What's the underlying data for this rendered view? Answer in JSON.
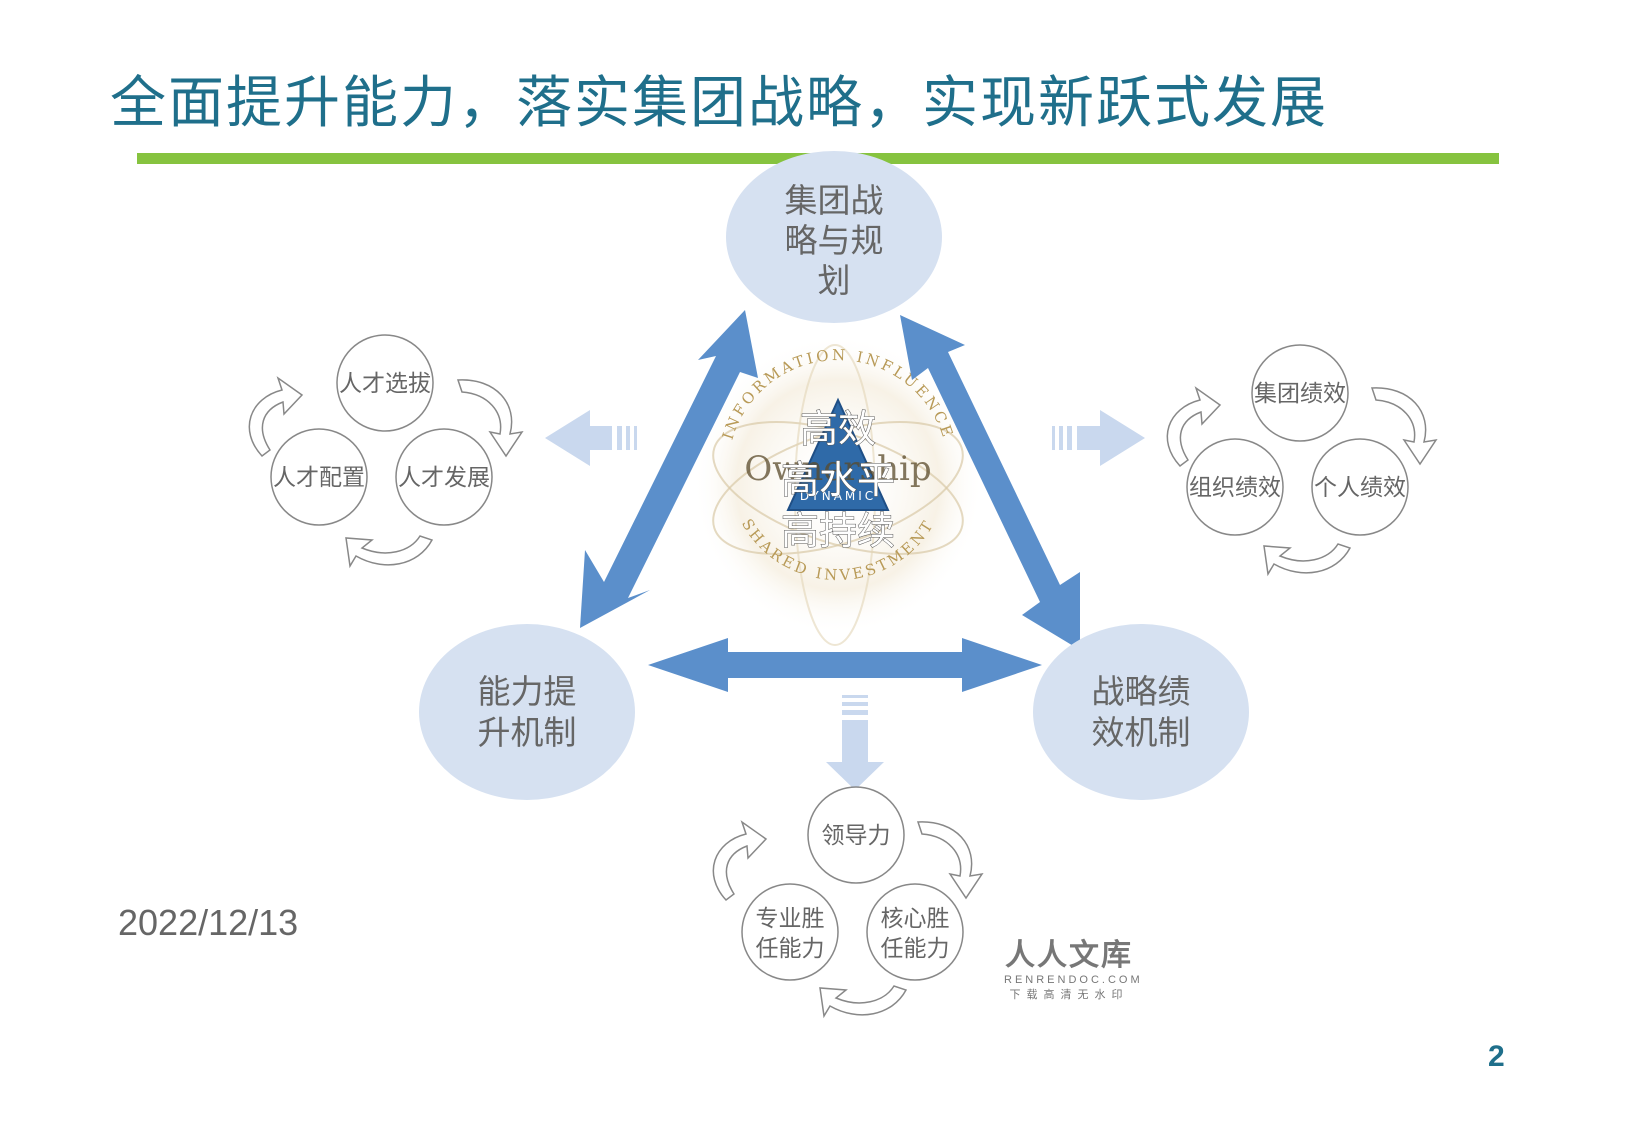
{
  "slide": {
    "title": "全面提升能力，落实集团战略，实现新跃式发展",
    "date": "2022/12/13",
    "page_number": "2"
  },
  "colors": {
    "title": "#1f6f8b",
    "rule": "#86c33f",
    "main_arrow": "#5b8fcb",
    "node_fill": "#d6e1f1",
    "pale_arrow": "#c9d8ee",
    "cycle_stroke": "#888888"
  },
  "main_nodes": {
    "top": {
      "lines": [
        "集团战",
        "略与规",
        "划"
      ]
    },
    "left": {
      "lines": [
        "能力提",
        "升机制"
      ]
    },
    "right": {
      "lines": [
        "战略绩",
        "效机制"
      ]
    }
  },
  "center": {
    "lines": [
      "高效",
      "高水平",
      "高持续"
    ],
    "emblem": {
      "arc_top": "INFORMATION INFLUENCE",
      "arc_bottom": "SHARED INVESTMENT",
      "middle_word": "Ownership",
      "small_word": "DYNAMIC"
    }
  },
  "cycles": {
    "left": {
      "items": [
        "人才选拔",
        "人才配置",
        "人才发展"
      ]
    },
    "right": {
      "items": [
        "集团绩效",
        "组织绩效",
        "个人绩效"
      ]
    },
    "bottom": {
      "items": [
        "领导力",
        "专业胜任能力",
        "核心胜任能力"
      ]
    }
  },
  "watermark": {
    "logo": "人人文库",
    "url": "RENRENDOC.COM",
    "sub": "下载高清无水印"
  }
}
